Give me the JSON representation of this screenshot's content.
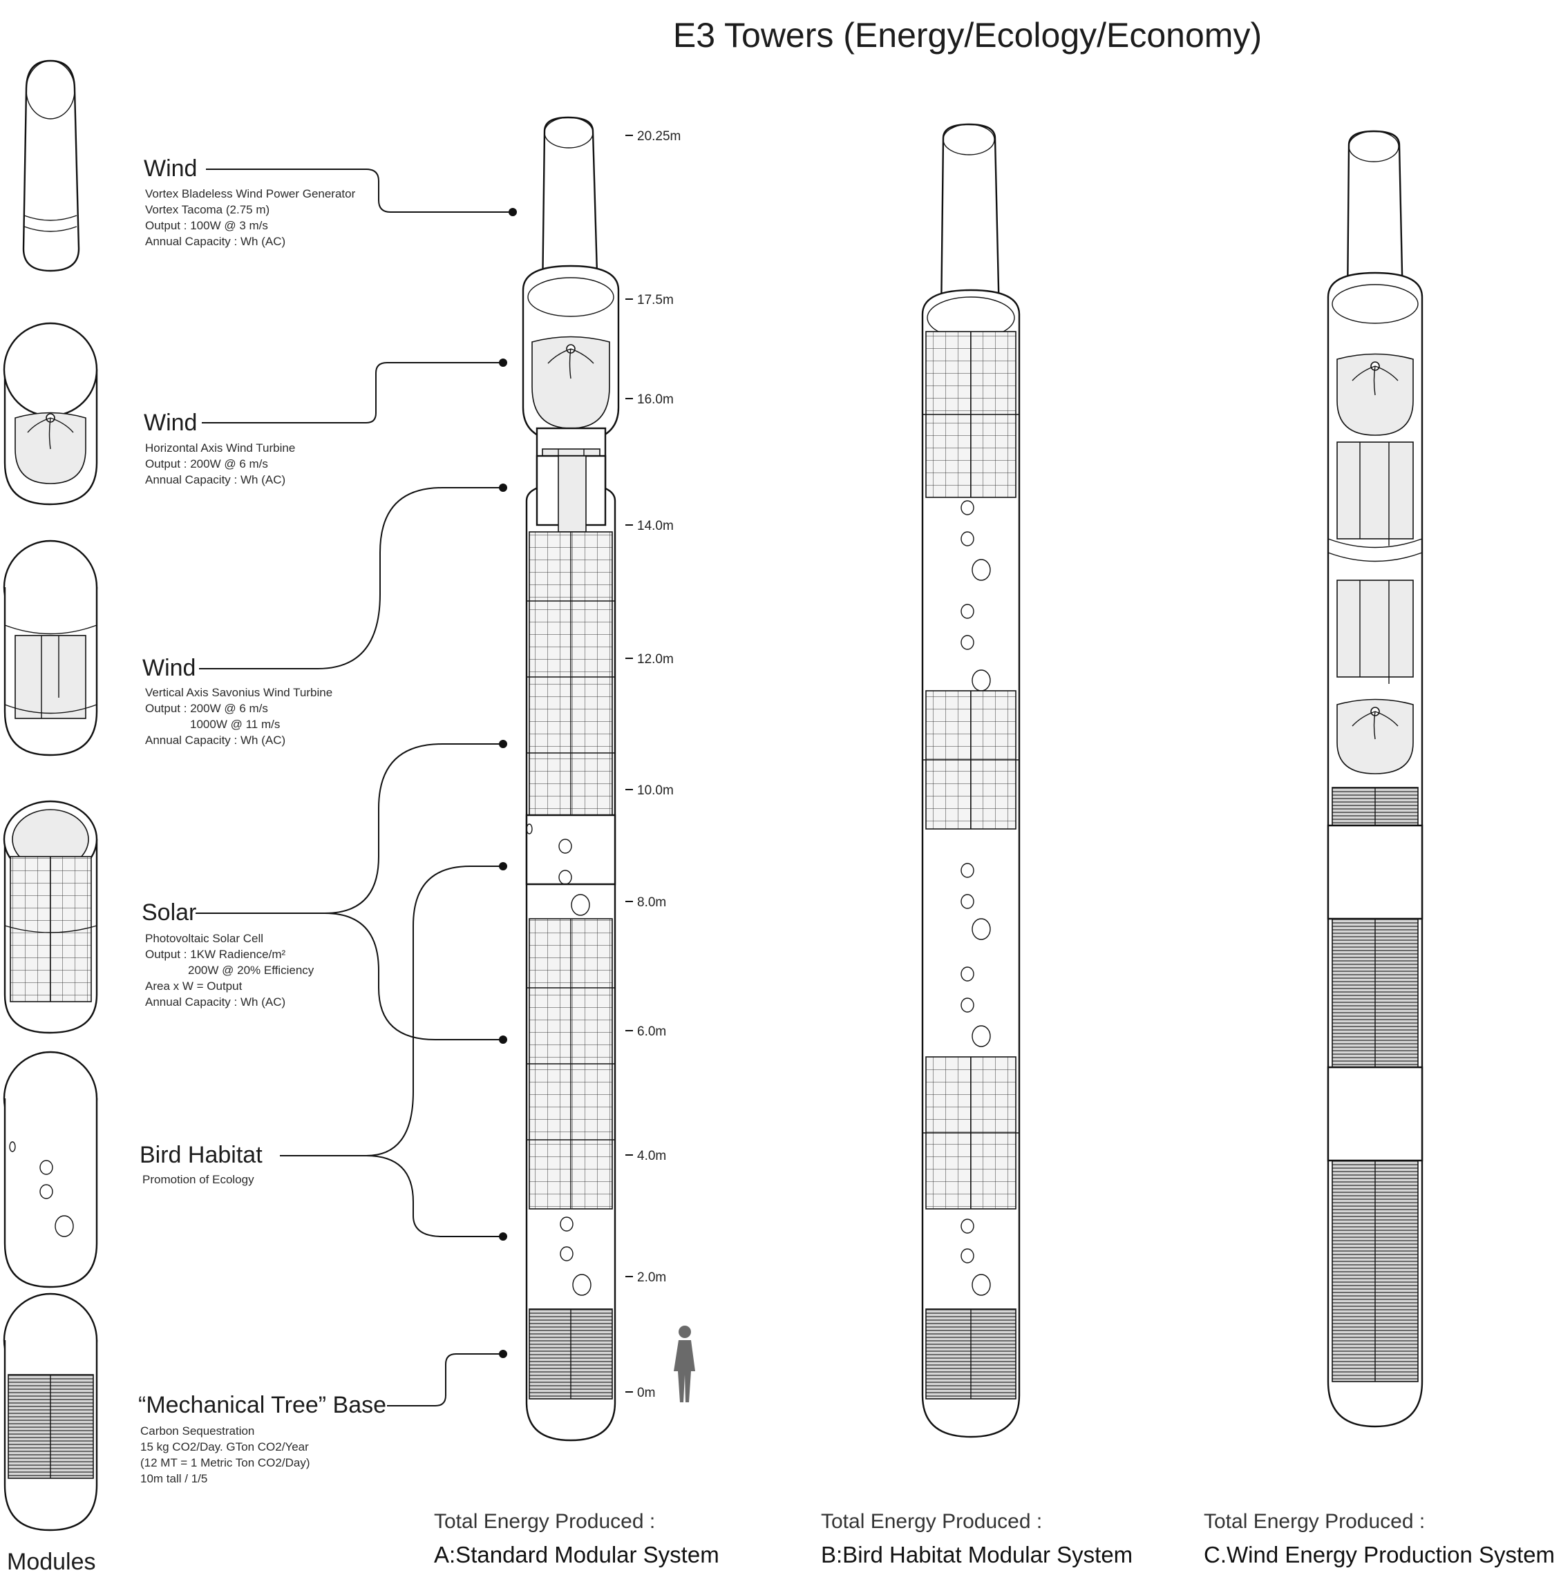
{
  "title": "E3 Towers (Energy/Ecology/Economy)",
  "modules_caption": "Modules",
  "palette": {
    "ink": "#111111",
    "panel": "#ffffff",
    "shade": "#ececec"
  },
  "callouts": {
    "wind_bladeless": {
      "heading": "Wind",
      "lines": [
        "Vortex Bladeless Wind Power Generator",
        "Vortex Tacoma (2.75 m)",
        "Output : 100W @ 3 m/s",
        "Annual Capacity : Wh (AC)"
      ]
    },
    "wind_hawt": {
      "heading": "Wind",
      "lines": [
        "Horizontal Axis Wind Turbine",
        "Output : 200W @ 6 m/s",
        "Annual Capacity : Wh (AC)"
      ]
    },
    "wind_savonius": {
      "heading": "Wind",
      "lines": [
        "Vertical Axis Savonius Wind Turbine",
        "Output : 200W @ 6 m/s",
        "1000W @ 11 m/s",
        "Annual Capacity : Wh (AC)"
      ]
    },
    "solar": {
      "heading": "Solar",
      "lines": [
        "Photovoltaic Solar Cell",
        "Output : 1KW Radience/m²",
        "200W @ 20% Efficiency",
        "Area x W = Output",
        "Annual Capacity : Wh (AC)"
      ]
    },
    "bird": {
      "heading": "Bird Habitat",
      "lines": [
        "Promotion of Ecology"
      ]
    },
    "base": {
      "heading": "“Mechanical Tree” Base",
      "lines": [
        "Carbon Sequestration",
        "15 kg CO2/Day. GTon CO2/Year",
        "(12 MT = 1 Metric Ton CO2/Day)",
        "10m tall / 1/5"
      ]
    }
  },
  "scale": {
    "ticks": [
      {
        "value": 20.25,
        "label": "20.25m"
      },
      {
        "value": 17.5,
        "label": "17.5m"
      },
      {
        "value": 16.0,
        "label": "16.0m"
      },
      {
        "value": 14.0,
        "label": "14.0m"
      },
      {
        "value": 12.0,
        "label": "12.0m"
      },
      {
        "value": 10.0,
        "label": "10.0m"
      },
      {
        "value": 8.0,
        "label": "8.0m"
      },
      {
        "value": 6.0,
        "label": "6.0m"
      },
      {
        "value": 4.0,
        "label": "4.0m"
      },
      {
        "value": 2.0,
        "label": "2.0m"
      },
      {
        "value": 0,
        "label": "0m"
      }
    ]
  },
  "towers": [
    {
      "id": "A",
      "caption_top": "Total Energy Produced :",
      "caption_name": "A:Standard Modular System"
    },
    {
      "id": "B",
      "caption_top": "Total Energy Produced :",
      "caption_name": "B:Bird Habitat Modular System"
    },
    {
      "id": "C",
      "caption_top": "Total Energy Produced :",
      "caption_name": "C.Wind Energy Production System"
    }
  ]
}
